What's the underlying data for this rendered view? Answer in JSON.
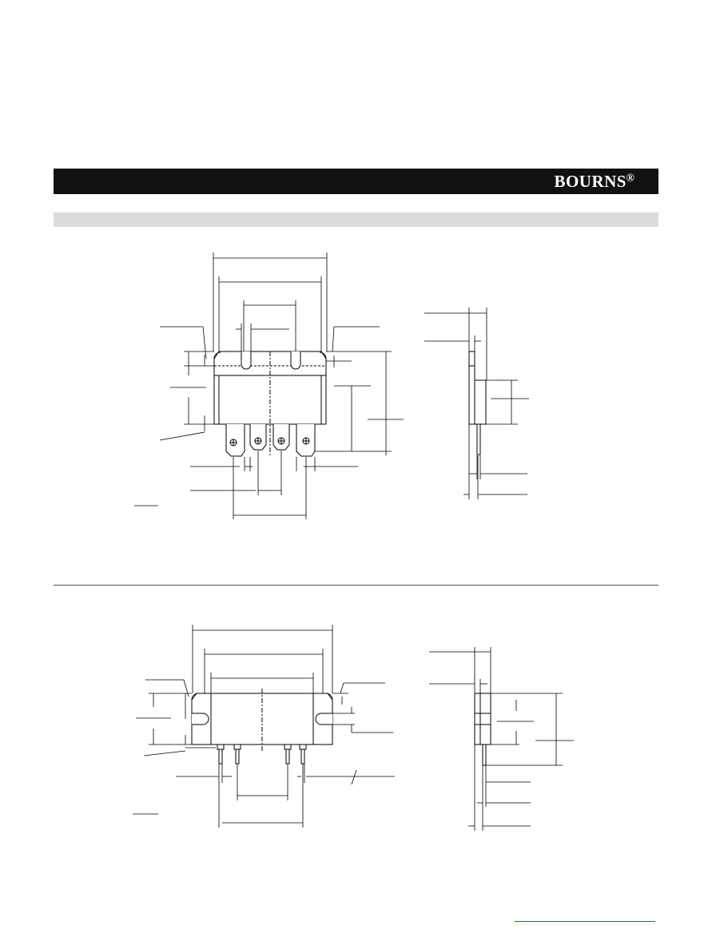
{
  "header": {
    "brand_logo": "BOURNS",
    "brand_mark": "®",
    "background_color": "#111111",
    "text_color": "#ffffff"
  },
  "section_bar": {
    "color": "#dcdcdc"
  },
  "footer": {
    "link_color": "#2b4fc8"
  },
  "drawings": [
    {
      "id": "top-front-view",
      "label": ""
    },
    {
      "id": "top-side-view",
      "label": ""
    },
    {
      "id": "bottom-front-view",
      "label": ""
    },
    {
      "id": "bottom-side-view",
      "label": ""
    }
  ]
}
